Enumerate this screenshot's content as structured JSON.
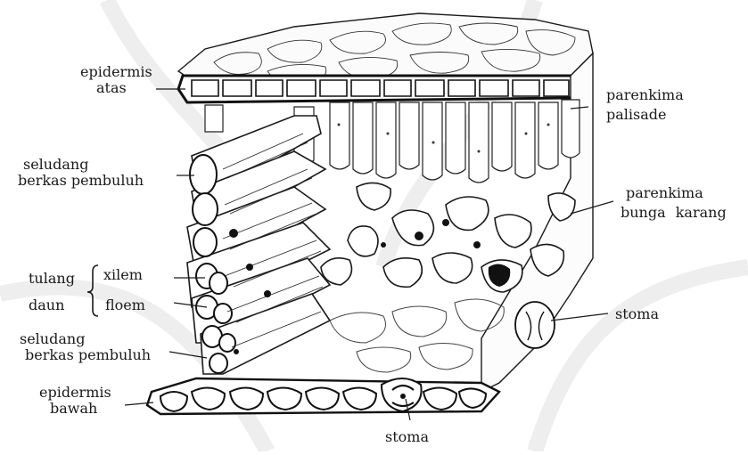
{
  "labels": {
    "epidermis_atas": [
      "epidermis",
      "atas"
    ],
    "seludang_top": [
      "seludang",
      "berkas pembuluh"
    ],
    "tulang_daun": [
      "tulang",
      "daun"
    ],
    "xilem": "xilem",
    "floem": "floem",
    "seludang_bottom": [
      "seludang",
      "berkas pembuluh"
    ],
    "epidermis_bawah": [
      "epidermis",
      "bawah"
    ],
    "parenkima_palisade": [
      "parenkima",
      "palisade"
    ],
    "parenkima_bunga_karang": [
      "parenkima",
      "bunga karang"
    ],
    "stoma_right": "stoma",
    "stoma_bottom": "stoma"
  },
  "colors": {
    "ink": "#1a1a1a",
    "paper": "#ffffff",
    "watermark": "#f1f1f1"
  }
}
